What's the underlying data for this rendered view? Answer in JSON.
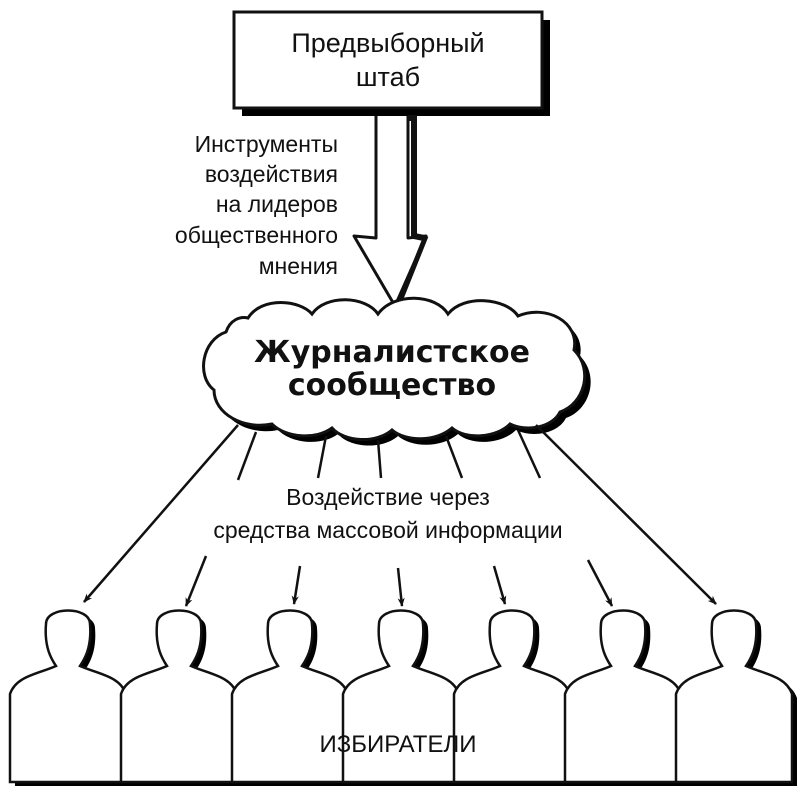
{
  "headquarters": {
    "line1": "Предвыборный",
    "line2": "штаб"
  },
  "tools": {
    "lines": [
      "Инструменты",
      "воздействия",
      "на лидеров",
      "общественного",
      "мнения"
    ]
  },
  "journalists": {
    "line1": "Журналистское",
    "line2": "сообщество"
  },
  "media": {
    "line1": "Воздействие через",
    "line2": "средства массовой информации"
  },
  "voters": {
    "label": "ИЗБИРАТЕЛИ",
    "count": 7
  },
  "colors": {
    "ink": "#111111",
    "shadow": "#000000",
    "paper": "#ffffff"
  }
}
